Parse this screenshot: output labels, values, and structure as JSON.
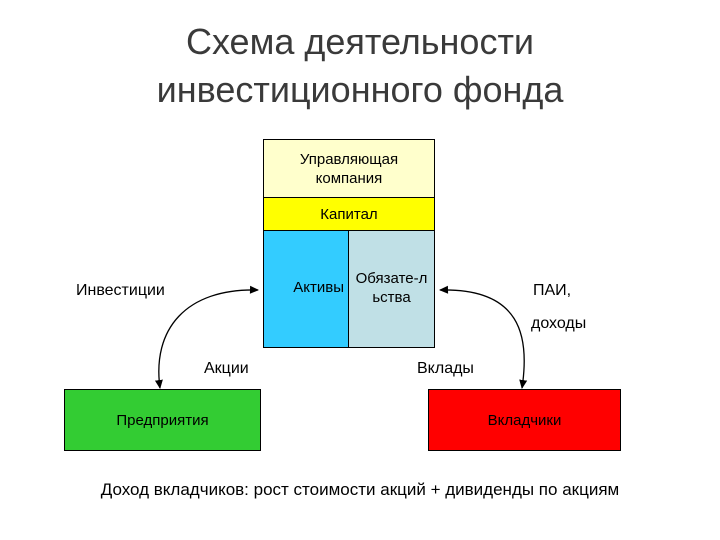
{
  "title": {
    "line1": "Схема деятельности",
    "line2": "инвестиционного фонда"
  },
  "boxes": {
    "management": "Управляющая компания",
    "capital": "Капитал",
    "assets": "Активы",
    "liabilities": "Обязате-льства",
    "enterprises": "Предприятия",
    "depositors": "Вкладчики"
  },
  "labels": {
    "investments": "Инвестиции",
    "shares": "Акции",
    "deposits": "Вклады",
    "units": "ПАИ,",
    "income": "доходы"
  },
  "footer": "Доход вкладчиков: рост стоимости акций + дивиденды по акциям",
  "colors": {
    "management": "#ffffcc",
    "capital": "#ffff00",
    "assets": "#33ccff",
    "liabilities": "#c0e0e6",
    "enterprises": "#33cc33",
    "depositors": "#ff0000",
    "title": "#3a3a3a"
  }
}
